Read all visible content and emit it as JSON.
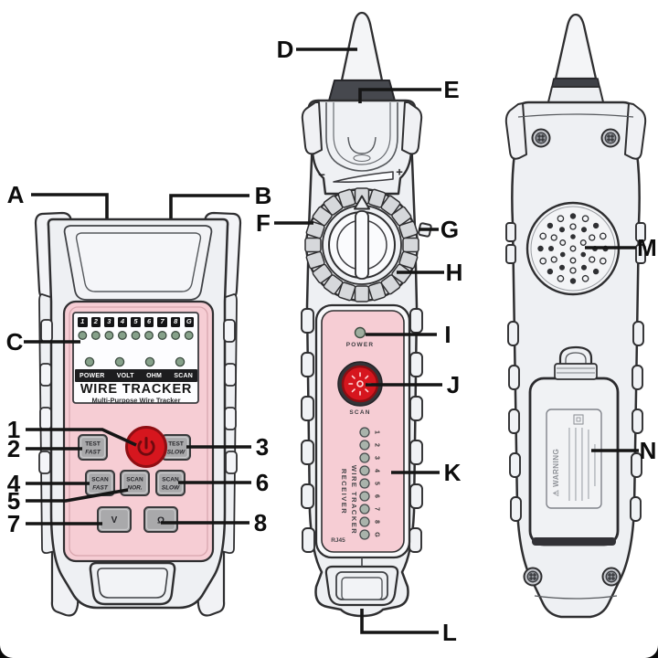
{
  "colors": {
    "accent_red": "#d6161e",
    "panel_pink": "#f6cdd4",
    "led_green": "#86a18a",
    "outline": "#2e2e30"
  },
  "callouts": {
    "a": "A",
    "b": "B",
    "c": "C",
    "d": "D",
    "e": "E",
    "f": "F",
    "g": "G",
    "h": "H",
    "i": "I",
    "j": "J",
    "k": "K",
    "l": "L",
    "m": "M",
    "n": "N",
    "p1": "1",
    "p2": "2",
    "p3": "3",
    "p4": "4",
    "p5": "5",
    "p6": "6",
    "p7": "7",
    "p8": "8"
  },
  "transmitter": {
    "pin_labels": [
      "1",
      "2",
      "3",
      "4",
      "5",
      "6",
      "7",
      "8",
      "G"
    ],
    "status_labels": [
      "POWER",
      "VOLT",
      "OHM",
      "SCAN"
    ],
    "brand": "WIRE TRACKER",
    "subtitle": "Multi-Purpose Wire Tracker",
    "buttons": {
      "test_fast": {
        "top": "TEST",
        "bottom": "FAST"
      },
      "test_slow": {
        "top": "TEST",
        "bottom": "SLOW"
      },
      "scan_fast": {
        "top": "SCAN",
        "bottom": "FAST"
      },
      "scan_nor": {
        "top": "SCAN",
        "bottom": "NOR."
      },
      "scan_slow": {
        "top": "SCAN",
        "bottom": "SLOW"
      },
      "volt": "V",
      "ohm": "Ω"
    }
  },
  "receiver_front": {
    "volume_minus": "−",
    "volume_plus": "+",
    "power_label": "POWER",
    "scan_label": "SCAN",
    "pin_labels": [
      "1",
      "2",
      "3",
      "4",
      "5",
      "6",
      "7",
      "8",
      "G"
    ],
    "side_text_line1": "WIRE TRACKER",
    "side_text_line2": "RECEIVER",
    "port_label": "RJ45"
  },
  "receiver_back": {
    "warning_text": "⚠ WARNING"
  }
}
